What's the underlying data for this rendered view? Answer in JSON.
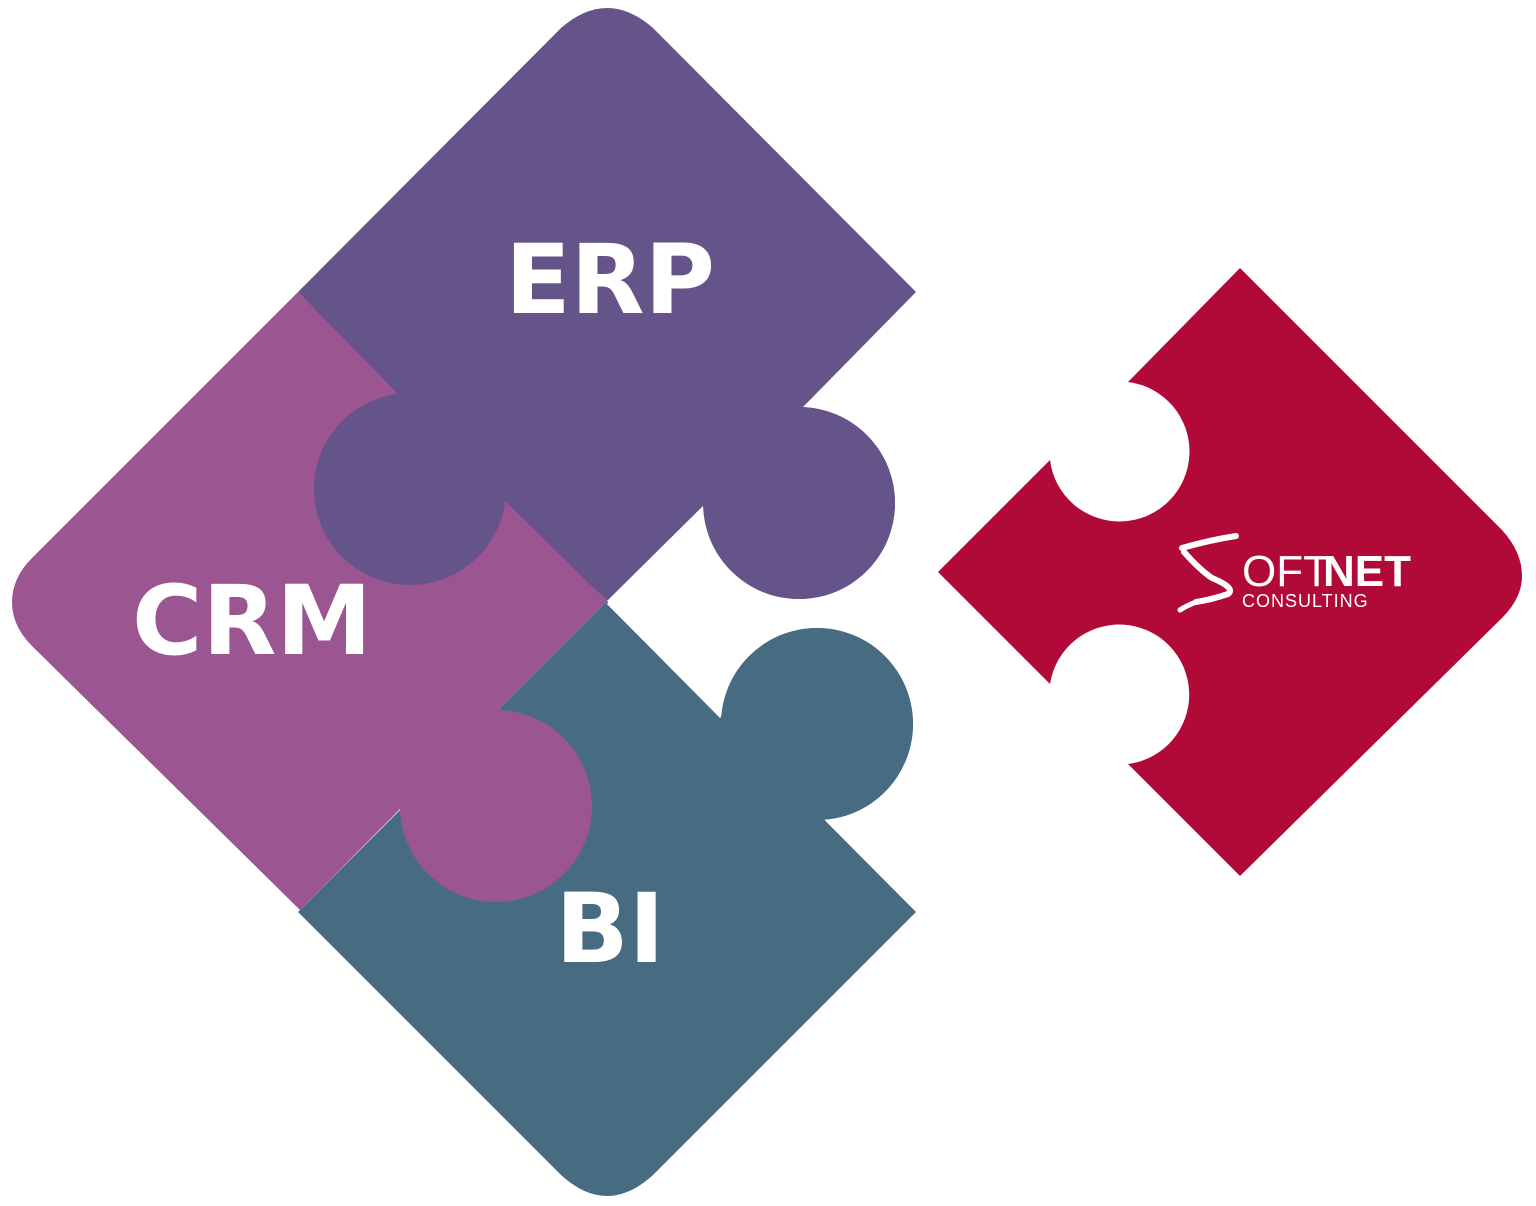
{
  "pieces": {
    "erp": {
      "label": "ERP",
      "color": "#645489"
    },
    "crm": {
      "label": "CRM",
      "color": "#9b5591"
    },
    "bi": {
      "label": "BI",
      "color": "#476c81"
    },
    "softnet": {
      "color": "#b10a38"
    }
  },
  "logo": {
    "soft": "OFT",
    "net": "NET",
    "subtitle": "CONSULTING"
  }
}
